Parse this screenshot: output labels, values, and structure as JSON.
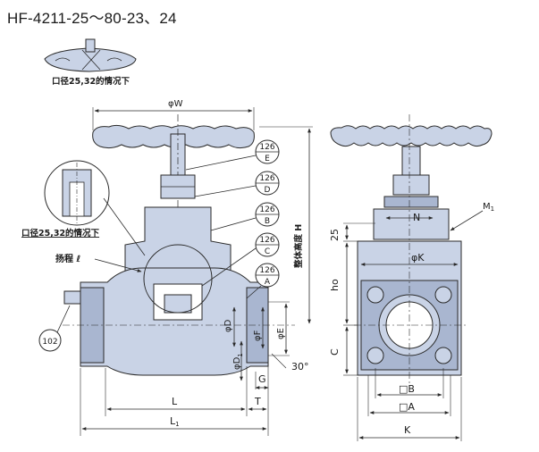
{
  "title": "HF-4211-25～80-23、24",
  "notes": {
    "top_detail": "口径25,32的情况下",
    "left_detail": "口径25,32的情况下",
    "lift": "扬程 ℓ",
    "overall_height": "整体高度 H"
  },
  "callouts": [
    {
      "num": "126",
      "letter": "E"
    },
    {
      "num": "126",
      "letter": "D"
    },
    {
      "num": "126",
      "letter": "B"
    },
    {
      "num": "126",
      "letter": "C"
    },
    {
      "num": "126",
      "letter": "A"
    }
  ],
  "part_102": "102",
  "dims": {
    "phiW": "φW",
    "N": "N",
    "M1": "M",
    "M1_sub": "1",
    "phiK": "φK",
    "dim25": "25",
    "ho": "ho",
    "C": "C",
    "B": "□B",
    "A": "□A",
    "K": "K",
    "L": "L",
    "L1": "L",
    "L1_sub": "1",
    "T": "T",
    "G": "G",
    "phiD": "φD",
    "phiD1": "φD",
    "phiD1_sub": "1",
    "phiF": "φF",
    "phiE": "φE",
    "angle": "30°"
  },
  "colors": {
    "body": "#c9d3e6",
    "body_dark": "#a9b6d0",
    "line": "#2a2a2a"
  }
}
